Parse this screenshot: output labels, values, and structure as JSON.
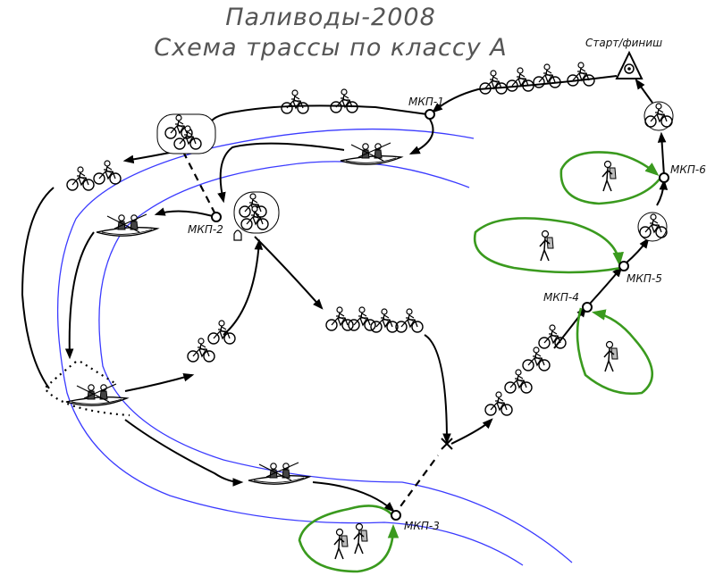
{
  "diagram": {
    "title": "Паливоды-2008",
    "subtitle": "Схема трассы по классу А",
    "checkpoints": {
      "start": "Старт/финиш",
      "mkp1": "МКП-1",
      "mkp2": "МКП-2",
      "mkp3": "МКП-3",
      "mkp4": "МКП-4",
      "mkp5": "МКП-5",
      "mkp6": "МКП-6"
    },
    "colors": {
      "river": "#3b3bff",
      "route": "#000000",
      "hiking_loop": "#3a9a1e",
      "title_text": "#555555"
    },
    "legend_icons": [
      "bike-icon",
      "kayak-icon",
      "hiker-icon"
    ]
  }
}
